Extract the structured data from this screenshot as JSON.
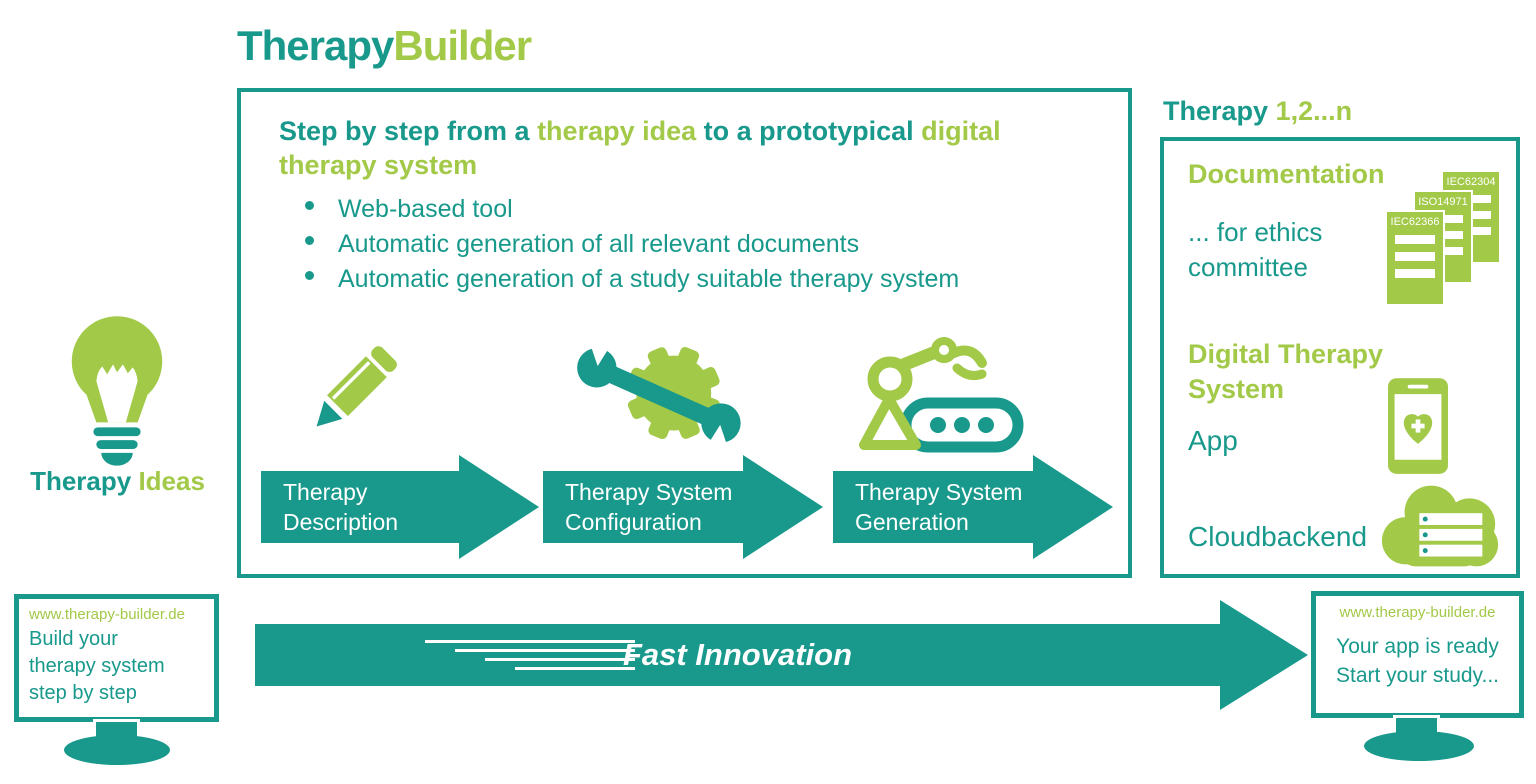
{
  "colors": {
    "teal": "#18998c",
    "green": "#a2c948"
  },
  "title": {
    "part1": "Therapy",
    "part2": "Builder"
  },
  "left_panel": {
    "icon": "lightbulb-icon",
    "label_part1": "Therapy",
    "label_part2": " Ideas"
  },
  "main_box": {
    "heading": {
      "line1_segments": [
        {
          "text": "Step by step from a "
        },
        {
          "text": "therapy idea"
        },
        {
          "text": " to a prototypical "
        },
        {
          "text": "digital"
        }
      ],
      "line2": "therapy system"
    },
    "bullets": [
      "Web-based tool",
      "Automatic generation of all relevant documents",
      "Automatic generation of a study suitable therapy system"
    ],
    "steps": [
      {
        "icon": "pencil-icon",
        "line1": "Therapy",
        "line2": "Description"
      },
      {
        "icon": "gear-wrench-icon",
        "line1": "Therapy System",
        "line2": "Configuration"
      },
      {
        "icon": "robot-arm-icon",
        "line1": "Therapy System",
        "line2": "Generation"
      }
    ]
  },
  "right_panel": {
    "heading_part1": "Therapy",
    "heading_part2": " 1,2...n",
    "documentation": {
      "title": "Documentation",
      "note_line1": "... for ethics",
      "note_line2": "committee",
      "documents": [
        "IEC62366",
        "ISO14971",
        "IEC62304"
      ]
    },
    "system": {
      "title_line1": "Digital Therapy",
      "title_line2": "System",
      "app_label": "App",
      "cloud_label": "Cloudbackend"
    }
  },
  "bottom": {
    "left_monitor": {
      "url": "www.therapy-builder.de",
      "line1": "Build your",
      "line2": "therapy system",
      "line3": "step by step"
    },
    "arrow_label": "Fast Innovation",
    "right_monitor": {
      "url": "www.therapy-builder.de",
      "line1": "Your app is ready",
      "line2": "Start your study..."
    }
  }
}
